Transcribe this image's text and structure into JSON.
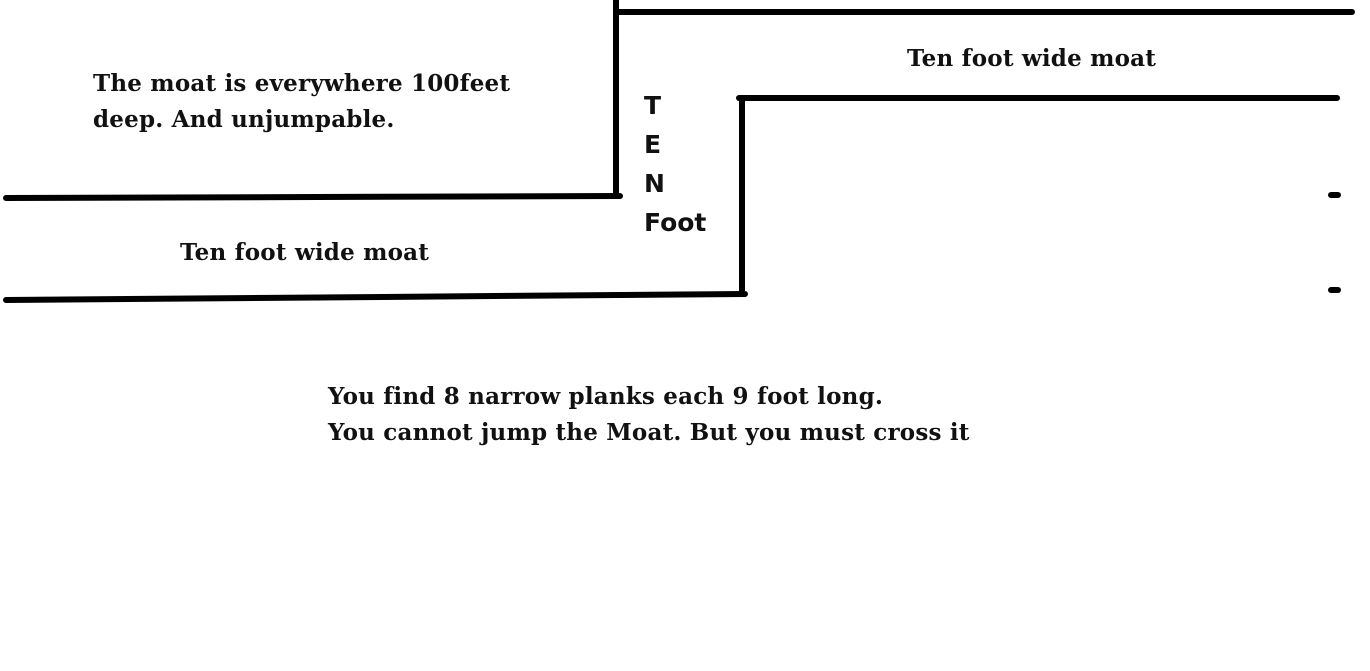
{
  "note": {
    "lines": [
      "The moat is everywhere 100feet",
      "deep. And unjumpable."
    ]
  },
  "moat_labels": {
    "upper": "Ten foot wide moat",
    "lower": "Ten foot wide moat"
  },
  "vertical_label": {
    "letters": [
      "T",
      "E",
      "N",
      "Foot"
    ]
  },
  "instructions": {
    "lines": [
      "You find 8 narrow planks each 9 foot long.",
      "You cannot jump the Moat. But you must cross it"
    ]
  },
  "colors": {
    "line": "#000000",
    "background": "#ffffff"
  }
}
